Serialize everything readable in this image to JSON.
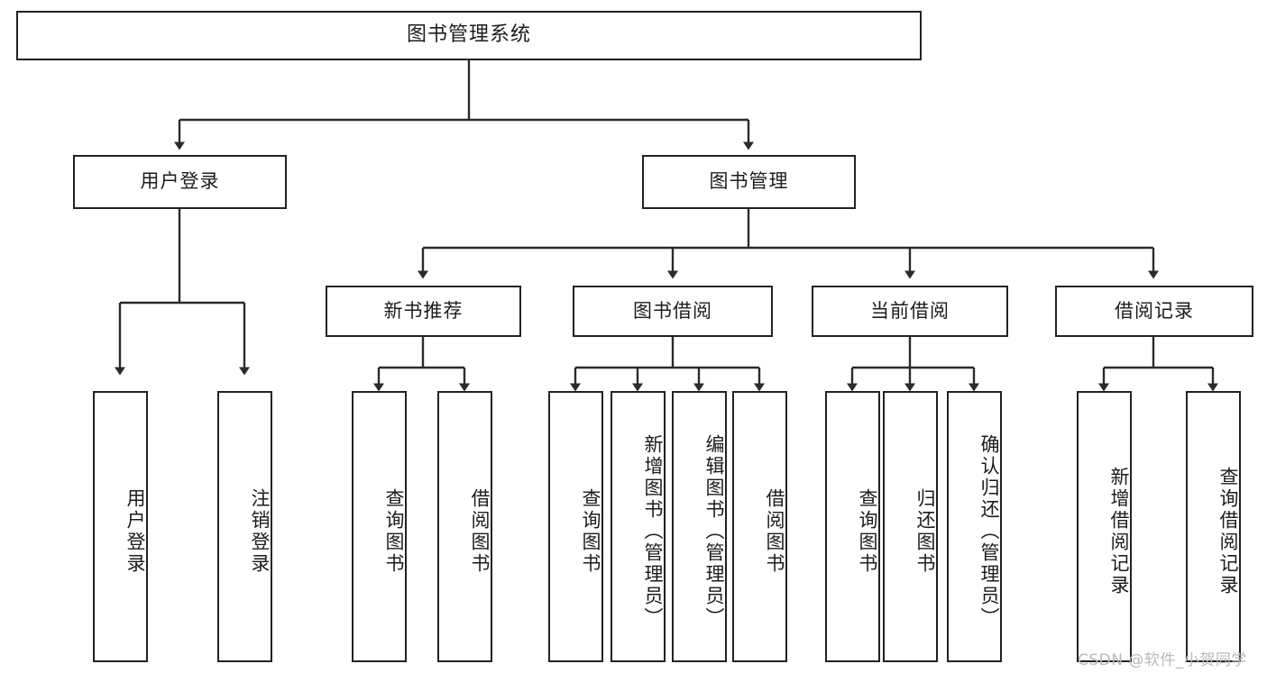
{
  "diagram": {
    "title": "图书管理系统",
    "type": "tree-structure-chart",
    "background": "#ffffff",
    "box_border_color": "#222222",
    "text_color": "#1c1c1c",
    "connector_color": "#2b2b2b"
  },
  "root": {
    "label": "图书管理系统"
  },
  "level2": [
    {
      "label": "用户登录"
    },
    {
      "label": "图书管理"
    }
  ],
  "level3": [
    {
      "label": "新书推荐"
    },
    {
      "label": "图书借阅"
    },
    {
      "label": "当前借阅"
    },
    {
      "label": "借阅记录"
    }
  ],
  "leaves": {
    "user_login": [
      {
        "label": "用户登录"
      },
      {
        "label": "注销登录"
      }
    ],
    "new_book": [
      {
        "label": "查询图书"
      },
      {
        "label": "借阅图书"
      }
    ],
    "book_borrow": [
      {
        "label": "查询图书"
      },
      {
        "label": "新增图书（管理员）"
      },
      {
        "label": "编辑图书（管理员）"
      },
      {
        "label": "借阅图书"
      }
    ],
    "current_borrow": [
      {
        "label": "查询图书"
      },
      {
        "label": "归还图书"
      },
      {
        "label": "确认归还（管理员）"
      }
    ],
    "borrow_record": [
      {
        "label": "新增借阅记录"
      },
      {
        "label": "查询借阅记录"
      }
    ]
  },
  "watermark": {
    "text": "CSDN @软件_小贺同学"
  }
}
